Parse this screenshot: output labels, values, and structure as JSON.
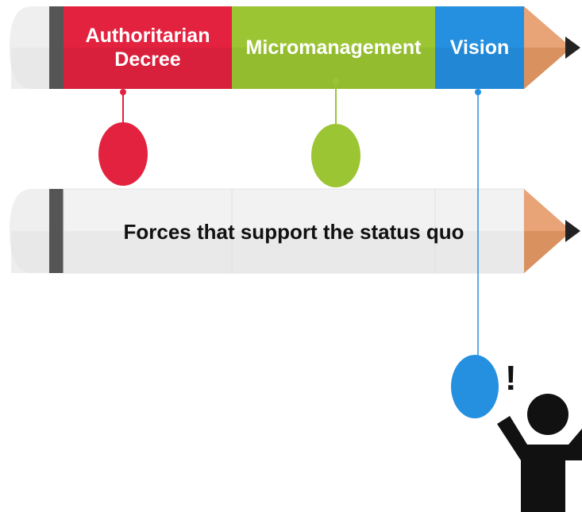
{
  "top_pencil": {
    "segments": [
      {
        "label": "Authoritarian Decree",
        "color": "#e3223f"
      },
      {
        "label": "Micromanagement",
        "color": "#9cc534"
      },
      {
        "label": "Vision",
        "color": "#2590e0"
      }
    ]
  },
  "bottom_pencil": {
    "label": "Forces that support the status quo"
  },
  "person": {
    "exclamation": "!",
    "bubble_color": "#2590e0"
  },
  "colors": {
    "pencil_body": "#efefef",
    "pencil_band": "#555555",
    "pencil_wood": "#e8a476",
    "pencil_lead": "#222222"
  }
}
